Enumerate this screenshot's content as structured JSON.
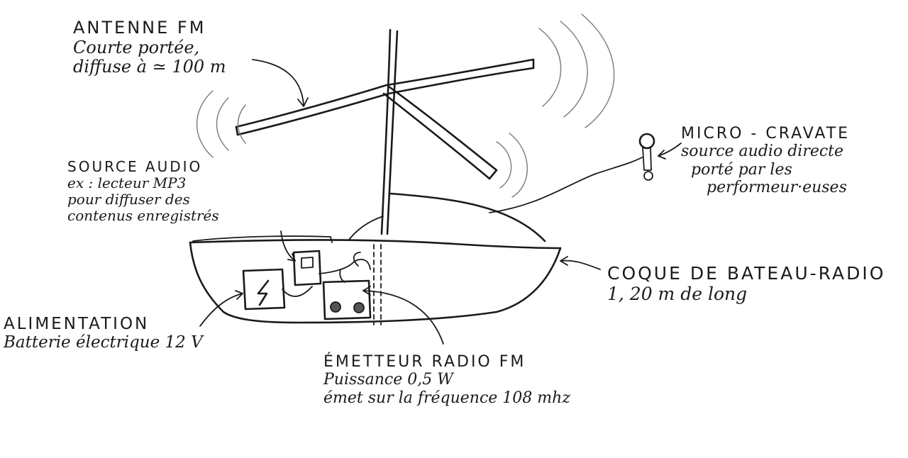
{
  "labels": {
    "antenne": {
      "title": "ANTENNE FM",
      "lines": [
        "Courte portée,",
        "diffuse à ≃ 100 m"
      ]
    },
    "micro": {
      "title": "MICRO - CRAVATE",
      "lines": [
        "source audio directe",
        "porté par les",
        "performeur·euses"
      ]
    },
    "source": {
      "title": "SOURCE AUDIO",
      "lines": [
        "ex : lecteur MP3",
        "pour diffuser des",
        "contenus enregistrés"
      ]
    },
    "coque": {
      "title": "COQUE DE BATEAU-RADIO",
      "lines": [
        "1, 20 m de long"
      ]
    },
    "alimentation": {
      "title": "ALIMENTATION",
      "lines": [
        "Batterie électrique 12 V"
      ]
    },
    "emetteur": {
      "title": "ÉMETTEUR RADIO FM",
      "lines": [
        "Puissance 0,5 W",
        "émet sur la fréquence 108 mhz"
      ]
    }
  }
}
